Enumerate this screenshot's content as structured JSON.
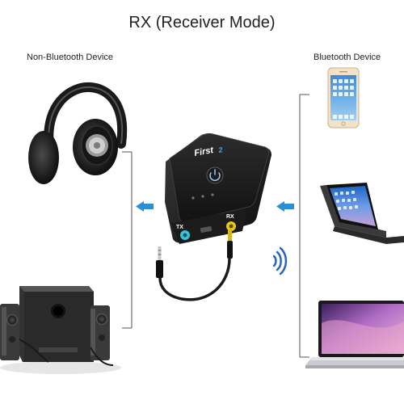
{
  "title": "RX (Receiver Mode)",
  "left_group": {
    "label": "Non-Bluetooth Device"
  },
  "right_group": {
    "label": "Bluetooth Device"
  },
  "device": {
    "brand": "First",
    "brand_suffix": "2",
    "port_tx": "TX",
    "port_rx": "RX"
  },
  "icons": [
    "headphones-icon",
    "speaker-system-icon",
    "smartphone-icon",
    "tablet-icon",
    "laptop-icon",
    "bluetooth-adapter",
    "audio-cable",
    "wireless-signal-icon",
    "arrow-left-icon"
  ],
  "colors": {
    "arrow": "#2b8fd6",
    "tx_port": "#37c3d8",
    "rx_port": "#e8c81d",
    "bracket": "#555555"
  }
}
